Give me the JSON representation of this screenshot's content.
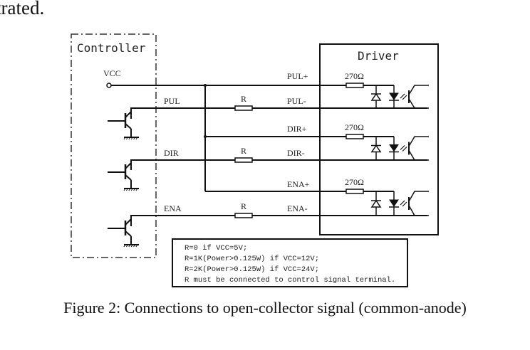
{
  "page": {
    "intro_text": "trated.",
    "caption": "Figure 2: Connections to open-collector signal (common-anode)"
  },
  "controller": {
    "title": "Controller",
    "vcc_label": "VCC",
    "signals": [
      "PUL",
      "DIR",
      "ENA"
    ]
  },
  "wiring": {
    "series_resistor_label": "R",
    "driver_terminals": [
      "PUL+",
      "PUL-",
      "DIR+",
      "DIR-",
      "ENA+",
      "ENA-"
    ]
  },
  "driver": {
    "title": "Driver",
    "input_resistor_label": "270Ω",
    "channels": 3
  },
  "notes": [
    "R=0 if VCC=5V;",
    "R=1K(Power>0.125W) if VCC=12V;",
    "R=2K(Power>0.125W) if VCC=24V;",
    "R must be connected to control signal terminal."
  ]
}
